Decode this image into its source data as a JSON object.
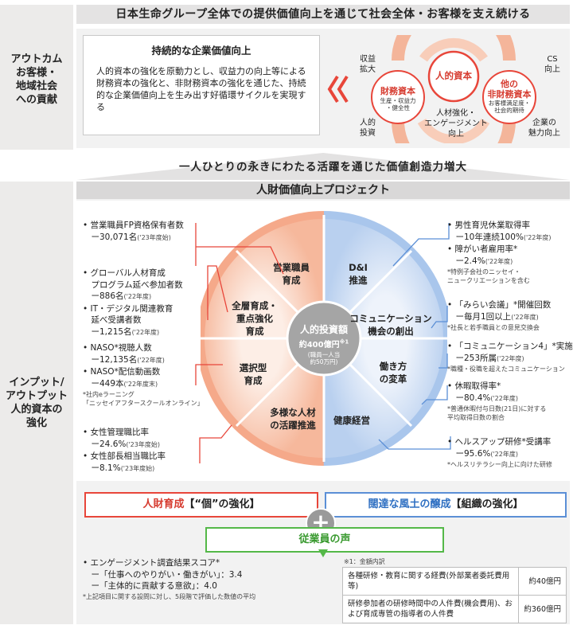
{
  "top_banner": "日本生命グループ全体での提供価値向上を通じて社会全体・お客様を支え続ける",
  "outcome": {
    "side_label": [
      "アウトカム",
      "お客様・",
      "地域社会",
      "への貢献"
    ],
    "panel_title": "持続的な企業価値向上",
    "panel_body": "人的資本の強化を原動力とし、収益力の向上等による財務資本の強化と、非財務資本の強化を通じた、持続的な企業価値向上を生み出す好循環サイクルを実現する",
    "cycle": {
      "left_circle_title": "財務資本",
      "left_circle_sub": [
        "生産・収益力",
        "・健全性"
      ],
      "center_circle_title": "人的資本",
      "right_circle_title": [
        "他の",
        "非財務資本"
      ],
      "right_circle_sub": [
        "お客様満足度・",
        "社会的期待"
      ],
      "label_profit": [
        "収益",
        "拡大"
      ],
      "label_invest": [
        "人的",
        "投資"
      ],
      "label_engage": [
        "人材強化・",
        "エンゲージメント",
        "向上"
      ],
      "label_cs": [
        "CS",
        "向上"
      ],
      "label_appeal": [
        "企業の",
        "魅力向上"
      ]
    }
  },
  "mid_banner": "一人ひとりの永きにわたる活躍を通じた価値創造力増大",
  "input": {
    "side_label": [
      "インプット/",
      "アウトプット",
      "人的資本の",
      "強化"
    ],
    "project_title": "人財価値向上プロジェクト",
    "center": {
      "title": "人的投資額",
      "amount": "約400億円",
      "note_mark": "※1",
      "sub": [
        "(職員一人当",
        "約50万円)"
      ]
    },
    "segments_left": [
      {
        "label": [
          "営業職員",
          "育成"
        ]
      },
      {
        "label": [
          "全層育成・",
          "重点強化",
          "育成"
        ]
      },
      {
        "label": [
          "選択型",
          "育成"
        ]
      },
      {
        "label": [
          "多様な人材",
          "の活躍推進"
        ]
      }
    ],
    "segments_right": [
      {
        "label": [
          "D&I",
          "推進"
        ]
      },
      {
        "label": [
          "コミュニケーション",
          "機会の創出"
        ]
      },
      {
        "label": [
          "働き方",
          "の変革"
        ]
      },
      {
        "label": [
          "健康経営"
        ]
      }
    ],
    "left_stats": [
      {
        "lines": [
          "• 営業職員FP資格保有者数",
          "　ー30,071名"
        ],
        "note": "('23年度始)"
      },
      {
        "lines": [
          "• グローバル人材育成",
          "　プログラム延べ参加者数",
          "　ー886名",
          "• IT・デジタル関連教育",
          "　延べ受講者数",
          "　ー1,215名"
        ],
        "notes": [
          "('22年度)",
          "('22年度)"
        ]
      },
      {
        "lines": [
          "• NASO*視聴人数",
          "　ー12,135名",
          "• NASO*配信動画数",
          "　ー449本"
        ],
        "notes": [
          "('22年度)",
          "('22年度末)"
        ],
        "footnote": [
          "*社内eラーニング",
          "「ニッセイアフタースクールオンライン」"
        ]
      },
      {
        "lines": [
          "• 女性管理職比率",
          "　ー24.6%",
          "• 女性部長相当職比率",
          "　ー8.1%"
        ],
        "notes": [
          "('23年度始)",
          "('23年度始)"
        ]
      }
    ],
    "right_stats": [
      {
        "lines": [
          "• 男性育児休業取得率",
          "　ー10年連続100%",
          "• 障がい者雇用率*",
          "　ー2.4%"
        ],
        "notes": [
          "('22年度)",
          "('22年度)"
        ],
        "footnote": [
          "*特例子会社のニッセイ・",
          "ニュークリエーションを含む"
        ]
      },
      {
        "lines": [
          "• 「みらい会議」*開催回数",
          "　ー毎月1回以上"
        ],
        "notes": [
          "('22年度)"
        ],
        "footnote": [
          "*社長と若手職員との意見交換会"
        ]
      },
      {
        "lines": [
          "• 「コミュニケーション4」*実施",
          "　ー253所属"
        ],
        "notes": [
          "('22年度)"
        ],
        "footnote": [
          "*職種・役職を超えたコミュニケーション"
        ]
      },
      {
        "lines": [
          "• 休暇取得率*",
          "　ー80.4%"
        ],
        "notes": [
          "('22年度)"
        ],
        "footnote": [
          "*普通休暇付与日数(21日)に対する",
          "平均取得日数の割合"
        ]
      },
      {
        "lines": [
          "• ヘルスアップ研修*受講率",
          "　ー95.6%"
        ],
        "notes": [
          "('22年度)"
        ],
        "footnote": [
          "*ヘルスリテラシー向上に向けた研修"
        ]
      }
    ],
    "bar_individual": {
      "pre": "人財育成",
      "post": "【“個”の強化】"
    },
    "bar_org": {
      "pre": "闊達な風土の醸成",
      "post": "【組織の強化】"
    },
    "plus_symbol": "+",
    "employee_voice": "従業員の声",
    "engagement": {
      "lines": [
        "• エンゲージメント調査結果スコア*",
        "　ー「仕事へのやりがい・働きがい」：3.4",
        "　ー「主体的に貢献する意欲」：4.0"
      ],
      "footnote": "*上記項目に関する設問に対し、5段階で評価した数値の平均"
    },
    "cost_table": {
      "caption": "※1：金額内訳",
      "rows": [
        {
          "item": "各種研修・教育に関する経費(外部業者委託費用等)",
          "value": "約40億円"
        },
        {
          "item": "研修参加者の研修時間中の人件費(機会費用)、および育成専管の指導者の人件費",
          "value": "約360億円"
        }
      ]
    }
  },
  "colors": {
    "red": "#e8463a",
    "blue": "#5b8fd6",
    "green": "#54b848",
    "orange": "#f19a70",
    "lightblue": "#a9c6ec"
  }
}
